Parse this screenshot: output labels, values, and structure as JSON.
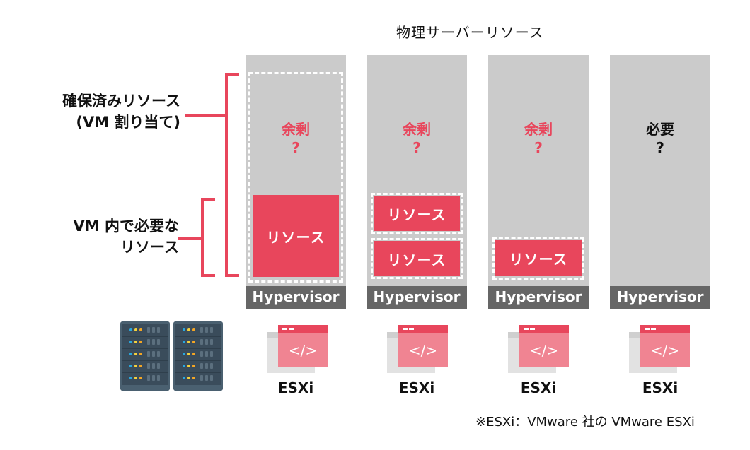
{
  "title": "物理サーバーリソース",
  "labels": {
    "allocated_line1": "確保済みリソース",
    "allocated_line2": "(VM 割り当て)",
    "needed_line1": "VM 内で必要な",
    "needed_line2": "リソース"
  },
  "columns": [
    {
      "top_label": "余剰",
      "top_q": "?",
      "top_color": "red",
      "resources": [
        "リソース"
      ],
      "hypervisor": "Hypervisor",
      "esxi": "ESXi"
    },
    {
      "top_label": "余剰",
      "top_q": "?",
      "top_color": "red",
      "resources": [
        "リソース",
        "リソース"
      ],
      "hypervisor": "Hypervisor",
      "esxi": "ESXi"
    },
    {
      "top_label": "余剰",
      "top_q": "?",
      "top_color": "red",
      "resources": [
        "リソース"
      ],
      "hypervisor": "Hypervisor",
      "esxi": "ESXi"
    },
    {
      "top_label": "必要",
      "top_q": "?",
      "top_color": "black",
      "resources": [],
      "hypervisor": "Hypervisor",
      "esxi": "ESXi"
    }
  ],
  "icons": {
    "server": "server-rack-icon",
    "esxi": "code-window-icon",
    "esxi_code_glyph": "</>"
  },
  "footnote": "※ESXi：VMware 社の VMware ESXi",
  "colors": {
    "accent_red": "#e8465c",
    "column_gray": "#cbcbcb",
    "hypervisor_gray": "#666666",
    "server_dark": "#3d4f5e"
  }
}
